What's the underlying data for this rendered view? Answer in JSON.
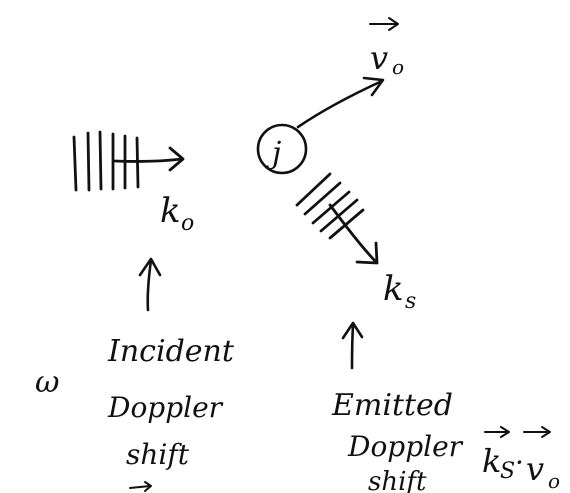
{
  "diagram": {
    "particle_label": "j",
    "velocity_label": "v",
    "velocity_subscript": "o",
    "incident_wavevector": "k",
    "incident_subscript": "o",
    "scattered_wavevector": "k",
    "scattered_subscript": "s",
    "frequency_symbol": "ω",
    "incident_caption": [
      "Incident",
      "Doppler",
      "shift"
    ],
    "emitted_caption": [
      "Emitted",
      "Doppler",
      "shift"
    ],
    "emitted_formula": "k",
    "emitted_formula_subscript": "S",
    "emitted_formula_dot": "·",
    "emitted_formula_v": "v",
    "emitted_formula_v_subscript": "o"
  },
  "colors": {
    "ink": "#111111",
    "background": "#ffffff"
  }
}
